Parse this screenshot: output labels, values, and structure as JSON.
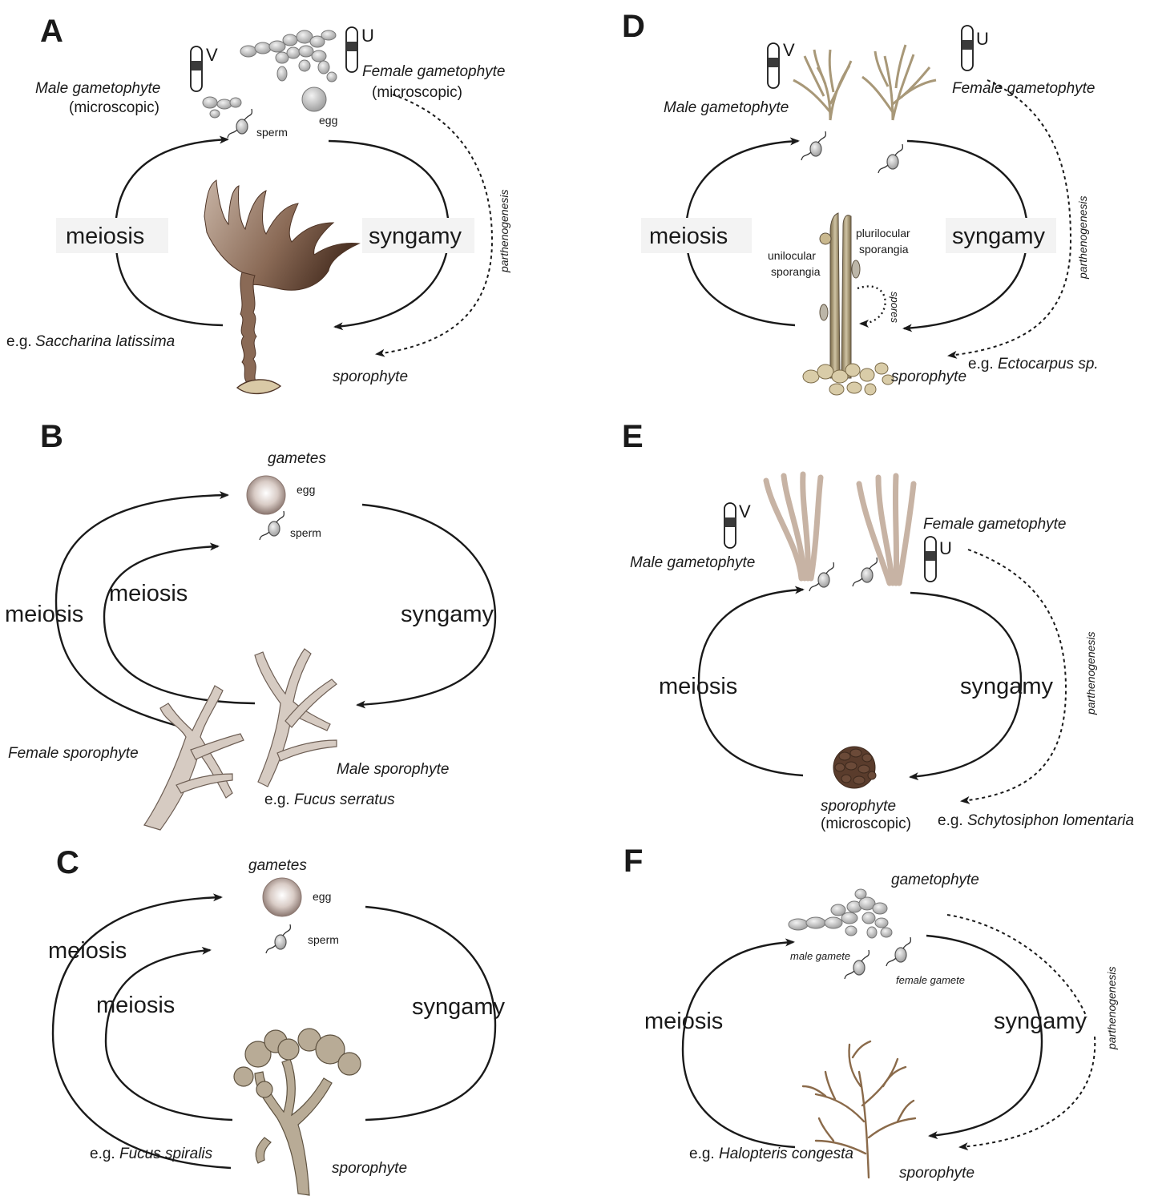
{
  "panels": {
    "A": {
      "letter": "A",
      "male_gametophyte": "Male gametophyte",
      "male_size": "(microscopic)",
      "female_gametophyte": "Female gametophyte",
      "female_size": "(microscopic)",
      "sex_chrom_male": "V",
      "sex_chrom_female": "U",
      "sperm": "sperm",
      "egg": "egg",
      "meiosis": "meiosis",
      "syngamy": "syngamy",
      "parthenogenesis": "parthenogenesis",
      "sporophyte": "sporophyte",
      "example_prefix": "e.g.",
      "example_species": "Saccharina latissima"
    },
    "B": {
      "letter": "B",
      "gametes": "gametes",
      "egg": "egg",
      "sperm": "sperm",
      "meiosis_outer": "meiosis",
      "meiosis_inner": "meiosis",
      "syngamy": "syngamy",
      "female_sporophyte": "Female sporophyte",
      "male_sporophyte": "Male sporophyte",
      "example_prefix": "e.g.",
      "example_species": "Fucus serratus"
    },
    "C": {
      "letter": "C",
      "gametes": "gametes",
      "egg": "egg",
      "sperm": "sperm",
      "meiosis_outer": "meiosis",
      "meiosis_inner": "meiosis",
      "syngamy": "syngamy",
      "sporophyte": "sporophyte",
      "example_prefix": "e.g.",
      "example_species": "Fucus spiralis"
    },
    "D": {
      "letter": "D",
      "male_gametophyte": "Male gametophyte",
      "female_gametophyte": "Female gametophyte",
      "sex_chrom_male": "V",
      "sex_chrom_female": "U",
      "meiosis": "meiosis",
      "syngamy": "syngamy",
      "parthenogenesis": "parthenogenesis",
      "plurilocular_1": "plurilocular",
      "plurilocular_2": "sporangia",
      "unilocular_1": "unilocular",
      "unilocular_2": "sporangia",
      "spores": "spores",
      "sporophyte": "sporophyte",
      "example_prefix": "e.g.",
      "example_species": "Ectocarpus sp."
    },
    "E": {
      "letter": "E",
      "male_gametophyte": "Male gametophyte",
      "female_gametophyte": "Female gametophyte",
      "sex_chrom_male": "V",
      "sex_chrom_female": "U",
      "meiosis": "meiosis",
      "syngamy": "syngamy",
      "parthenogenesis": "parthenogenesis",
      "sporophyte": "sporophyte",
      "sporophyte_size": "(microscopic)",
      "example_prefix": "e.g.",
      "example_species": "Schytosiphon lomentaria"
    },
    "F": {
      "letter": "F",
      "gametophyte": "gametophyte",
      "male_gamete": "male gamete",
      "female_gamete": "female gamete",
      "meiosis": "meiosis",
      "syngamy": "syngamy",
      "parthenogenesis": "parthenogenesis",
      "sporophyte": "sporophyte",
      "example_prefix": "e.g.",
      "example_species": "Halopteris congesta"
    }
  },
  "colors": {
    "ink": "#1a1a1a",
    "kelp_dark": "#5a3c2c",
    "kelp_light": "#c7b3a4",
    "fucus_fill": "#d6cbc2",
    "fucus_stroke": "#6e5f55",
    "spiralis_fill": "#b8ab96",
    "ecto_fill": "#a89878",
    "halopteris": "#8a6a4a",
    "scyto_fill": "#6b4a38",
    "cell_fill": "#c9c9c9",
    "egg_center": "#ffffff",
    "egg_edge": "#8b7770",
    "label_bg": "#f3f3f3"
  }
}
